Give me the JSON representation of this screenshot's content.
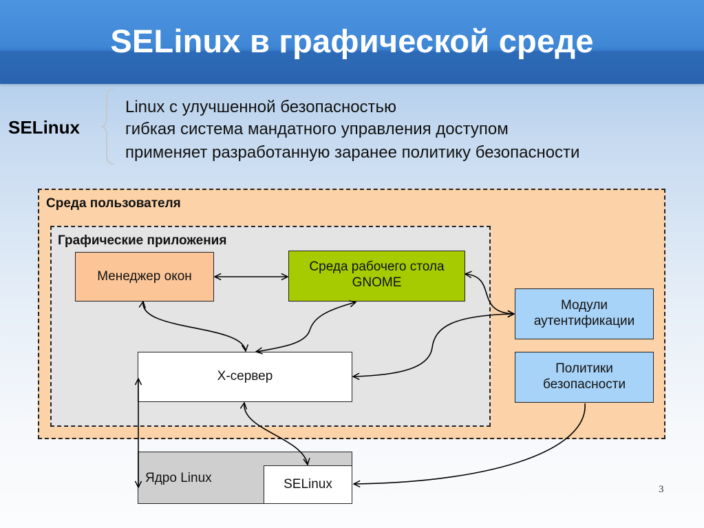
{
  "slide": {
    "title": "SELinux в графической среде",
    "page_number": "3"
  },
  "intro": {
    "term": "SELinux",
    "lines": [
      "Linux с улучшенной безопасностью",
      "гибкая система мандатного управления доступом",
      "применяет разработанную заранее политику безопасности"
    ]
  },
  "diagram": {
    "zones": {
      "user_env": "Среда пользователя",
      "graphic_apps": "Графические приложения"
    },
    "nodes": {
      "window_manager": "Менеджер окон",
      "gnome_line1": "Среда рабочего стола",
      "gnome_line2": "GNOME",
      "auth_line1": "Модули",
      "auth_line2": "аутентификации",
      "policy_line1": "Политики",
      "policy_line2": "безопасности",
      "xserver": "X-сервер",
      "kernel": "Ядро Linux",
      "selinux": "SELinux"
    },
    "colors": {
      "user_env_fill": "#fcd3a8",
      "graphic_apps_fill": "#e4e4e4",
      "window_manager_fill": "#fbc597",
      "gnome_fill": "#a6cc00",
      "auth_fill": "#a8d3f8",
      "policy_fill": "#a8d3f8",
      "xserver_fill": "#ffffff",
      "kernel_fill": "#cfcfcf",
      "selinux_fill": "#ffffff"
    },
    "edges": [
      {
        "from": "window_manager",
        "to": "gnome",
        "direction": "both"
      },
      {
        "from": "window_manager",
        "to": "xserver",
        "direction": "both"
      },
      {
        "from": "gnome",
        "to": "xserver",
        "direction": "both"
      },
      {
        "from": "gnome",
        "to": "auth",
        "direction": "both"
      },
      {
        "from": "auth",
        "to": "xserver",
        "direction": "both"
      },
      {
        "from": "xserver",
        "to": "selinux",
        "direction": "both"
      },
      {
        "from": "policy",
        "to": "selinux",
        "direction": "to"
      },
      {
        "from": "kernel",
        "to": "xserver",
        "direction": "both"
      }
    ]
  }
}
